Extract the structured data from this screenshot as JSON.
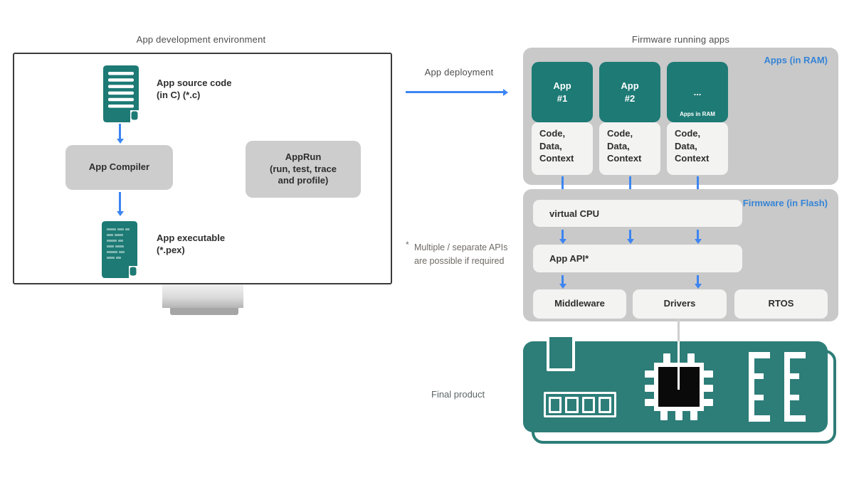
{
  "colors": {
    "teal": "#1d7a75",
    "board_teal": "#2d7d78",
    "container_gray": "#c9c9c9",
    "panel_box_gray": "#cdcdcd",
    "white_box": "#f3f3f2",
    "arrow_blue": "#3c85f2",
    "section_label_blue": "#3584d6",
    "text_dark": "#2e2e2e",
    "title_gray": "#4d4d4d",
    "footnote_gray": "#6e6a64"
  },
  "left_panel": {
    "title": "App development environment",
    "source_label": "App source code\n(in C) (*.c)",
    "compiler_label": "App Compiler",
    "apprun_label": "AppRun\n(run, test, trace\nand profile)",
    "executable_label": "App executable\n(*.pex)"
  },
  "middle": {
    "deployment_label": "App deployment",
    "footnote_marker": "*",
    "footnote_text": "Multiple / separate APIs are possible if required",
    "final_product_label": "Final product"
  },
  "right_panel": {
    "title": "Firmware running apps",
    "ram_section_label": "Apps (in RAM)",
    "apps": [
      {
        "title": "App\n#1",
        "subtitle": "",
        "context": "Code,\nData,\nContext"
      },
      {
        "title": "App\n#2",
        "subtitle": "",
        "context": "Code,\nData,\nContext"
      },
      {
        "title": "...",
        "subtitle": "Apps in RAM",
        "context": "Code,\nData,\nContext"
      }
    ],
    "flash_section_label": "Firmware (in Flash)",
    "virtual_cpu_label": "virtual CPU",
    "app_api_label": "App API*",
    "middleware_label": "Middleware",
    "drivers_label": "Drivers",
    "rtos_label": "RTOS"
  }
}
